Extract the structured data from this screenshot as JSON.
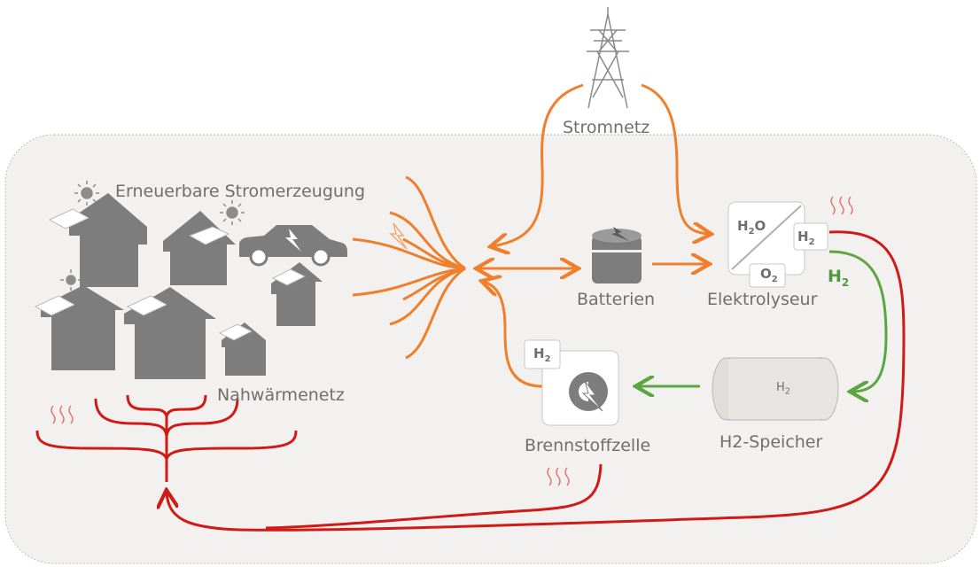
{
  "labels": {
    "grid": "Stromnetz",
    "renewables": "Erneuerbare Stromerzeugung",
    "batteries": "Batterien",
    "electrolyzer": "Elektrolyseur",
    "district_heating": "Nahwärmenetz",
    "fuel_cell": "Brennstoffzelle",
    "h2_storage": "H2-Speicher"
  },
  "chem": {
    "h": "H",
    "o": "O",
    "sub2": "2",
    "h2o_suffix": "O"
  },
  "colors": {
    "electricity": "#f07f2b",
    "heat": "#d01a15",
    "hydrogen": "#5aa640",
    "buildings": "#7d7d7d",
    "background_panel": "#f2f1f0",
    "text": "#6f6f6f"
  },
  "icons": [
    "sun-icon",
    "house-icon",
    "solar-panel-icon",
    "car-icon",
    "lightning-icon",
    "battery-icon",
    "pylon-icon",
    "electrolyzer-icon",
    "fuel-cell-icon",
    "h2-tank-icon",
    "heat-waves-icon"
  ]
}
